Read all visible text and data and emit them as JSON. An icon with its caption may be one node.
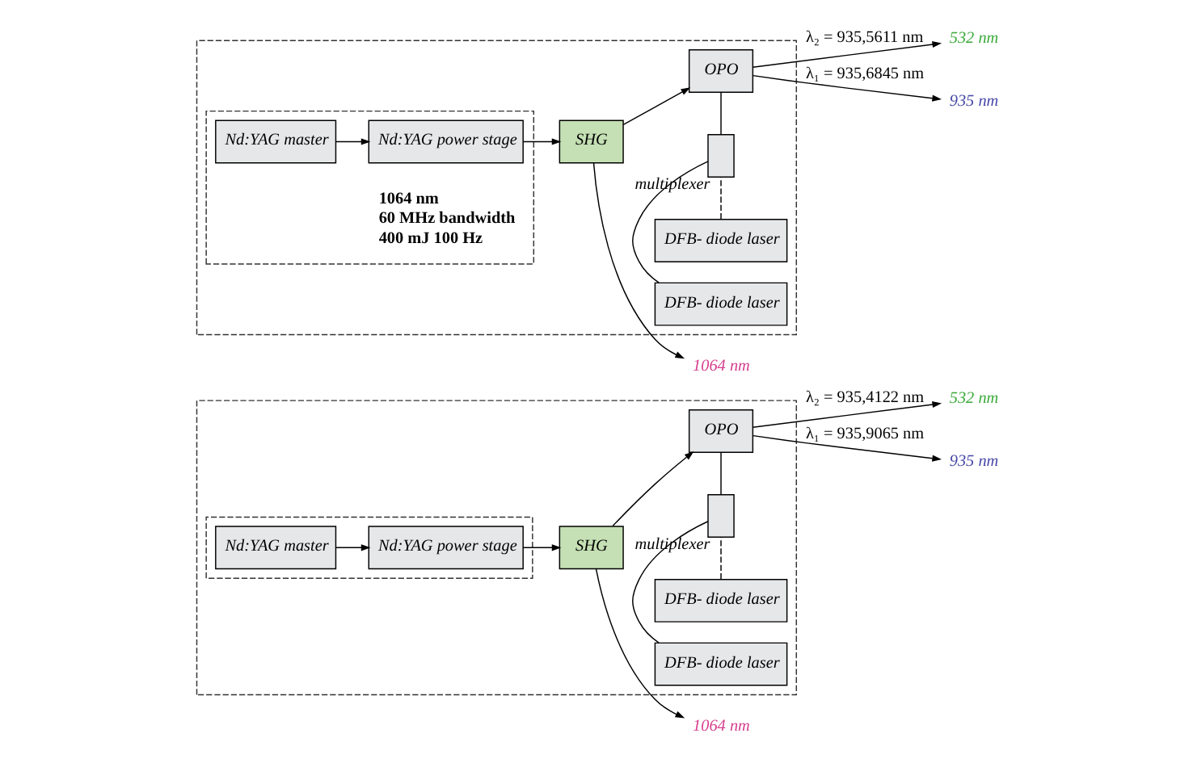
{
  "diagram": {
    "nodes": [
      {
        "text": [],
        "shape": "box"
      },
      {
        "text": [],
        "shape": "box",
        "in": 0
      },
      {
        "text": [
          "Nd:YAG master"
        ],
        "in": 1
      },
      {
        "text": [
          "Nd:YAG power stage"
        ],
        "in": 1
      },
      {
        "text": [
          "SHG"
        ],
        "in": 0
      },
      {
        "text": [
          "OPO"
        ],
        "in": 0
      },
      {
        "text": [],
        "shape": "box",
        "in": 0,
        "beside": [
          "multiplexer"
        ]
      },
      {
        "text": [
          "DFB- diode laser"
        ],
        "in": 0
      },
      {
        "text": [
          "DFB- diode laser"
        ],
        "in": 0
      },
      {
        "text": [
          "1064 nm"
        ]
      },
      {
        "text": [
          "935 nm"
        ]
      },
      {
        "text": [
          "532 nm"
        ]
      },
      {
        "text": [],
        "shape": "box"
      },
      {
        "text": [],
        "shape": "box",
        "in": 12
      },
      {
        "text": [
          "Nd:YAG master"
        ],
        "in": 13
      },
      {
        "text": [
          "Nd:YAG power stage"
        ],
        "in": 13
      },
      {
        "text": [
          "SHG"
        ],
        "in": 12
      },
      {
        "text": [
          "OPO"
        ],
        "in": 12
      },
      {
        "text": [],
        "shape": "box",
        "in": 12,
        "beside": [
          "multiplexer"
        ]
      },
      {
        "text": [
          "DFB- diode laser"
        ],
        "in": 12
      },
      {
        "text": [
          "DFB- diode laser"
        ],
        "in": 12
      },
      {
        "text": [
          "1064 nm"
        ]
      },
      {
        "text": [
          "935 nm"
        ]
      },
      {
        "text": [
          "532 nm"
        ]
      }
    ],
    "edges": [
      {
        "from": 2,
        "to": 3,
        "arrow": "to"
      },
      {
        "from": 3,
        "to": 4,
        "arrow": "to"
      },
      {
        "from": 4,
        "to": 5,
        "arrow": "to"
      },
      {
        "from": 4,
        "to": 9,
        "arrow": "to"
      },
      {
        "from": 5,
        "to": 10,
        "arrow": "to",
        "label": "λ₁ = 935,6845 nm"
      },
      {
        "from": 5,
        "to": 11,
        "arrow": "to",
        "label": "λ₂ = 935,5611 nm"
      },
      {
        "from": 7,
        "to": 6,
        "arrow": "none",
        "style": "dashed"
      },
      {
        "from": 8,
        "to": 6,
        "arrow": "none"
      },
      {
        "from": 6,
        "to": 5,
        "arrow": "none"
      },
      {
        "from": 14,
        "to": 15,
        "arrow": "to"
      },
      {
        "from": 15,
        "to": 16,
        "arrow": "to"
      },
      {
        "from": 16,
        "to": 17,
        "arrow": "to"
      },
      {
        "from": 16,
        "to": 21,
        "arrow": "to"
      },
      {
        "from": 17,
        "to": 22,
        "arrow": "to",
        "label": "λ₁ = 935,9065 nm"
      },
      {
        "from": 17,
        "to": 23,
        "arrow": "to",
        "label": "λ₂ = 935,4122 nm"
      },
      {
        "from": 19,
        "to": 18,
        "arrow": "none",
        "style": "dashed"
      },
      {
        "from": 20,
        "to": 18,
        "arrow": "none"
      },
      {
        "from": 18,
        "to": 17,
        "arrow": "none"
      }
    ],
    "labels": [
      "1064 nm",
      "60 MHz bandwidth",
      "400 mJ 100 Hz"
    ]
  }
}
